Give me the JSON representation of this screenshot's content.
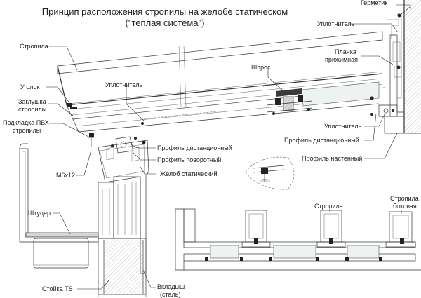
{
  "title": {
    "line1": "Принцип расположения стропилы на желобе статическом",
    "line2": "(\"теплая система\")"
  },
  "labels": {
    "germetik": "Герметик",
    "uplotnitel_top": "Уплотнитель",
    "stropila": "Стропила",
    "planka_1": "Планка",
    "planka_2": "прижимная",
    "shpros": "Шпрос",
    "ugolok": "Уголок",
    "uplotnitel_mid": "Уплотнитель",
    "zaglushka_1": "Заглушка",
    "zaglushka_2": "стропилы",
    "podkladka_1": "Подкладка ПВХ",
    "podkladka_2": "стропилы",
    "uplotnitel_right": "Уплотнитель",
    "profil_distancionny_right": "Профиль дистанционный",
    "profil_nastenny": "Профиль настенный",
    "profil_distancionny_center": "Профиль дистанционный",
    "profil_povorotny": "Профиль поворотный",
    "zhelob_staticheskiy": "Желоб статический",
    "m6x12": "М6х12",
    "shtucer": "Штуцер",
    "stoyka_ts": "Стойка TS",
    "vkladysh_1": "Вкладыш",
    "vkladysh_2": "(сталь)",
    "stropila_section": "Стропила",
    "stropila_bokovaya_1": "Стропила",
    "stropila_bokovaya_2": "боковая"
  }
}
